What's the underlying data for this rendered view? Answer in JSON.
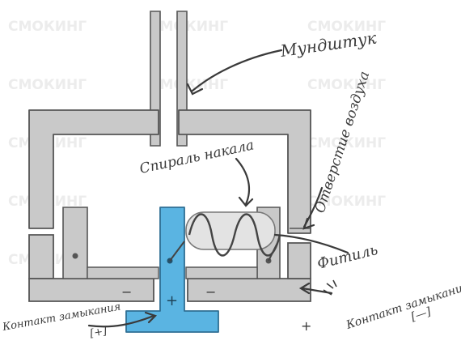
{
  "labels": {
    "muzhtuk": "Мундштук",
    "spiral": "Спираль накала",
    "vent": "Отверстие воздуха",
    "fitil": "Фитиль",
    "contact_right_line1": "Контакт замыкания",
    "contact_right_line2": "[—]",
    "contact_left_line1": "Контакт замыкания",
    "contact_left_line2": "[+]",
    "plus_sign": "+",
    "minus_left": "−",
    "minus_right": "−",
    "plus_small": "+"
  },
  "watermark": {
    "text": "СМОКИНГ"
  },
  "colors": {
    "body_gray": "#c9c9c9",
    "outline": "#555555",
    "contact_blue": "#5ab4e2",
    "coil_fill": "#e3e3e3",
    "wick_gray": "#dadada",
    "ink": "#3a3a3a",
    "background": "#ffffff"
  }
}
